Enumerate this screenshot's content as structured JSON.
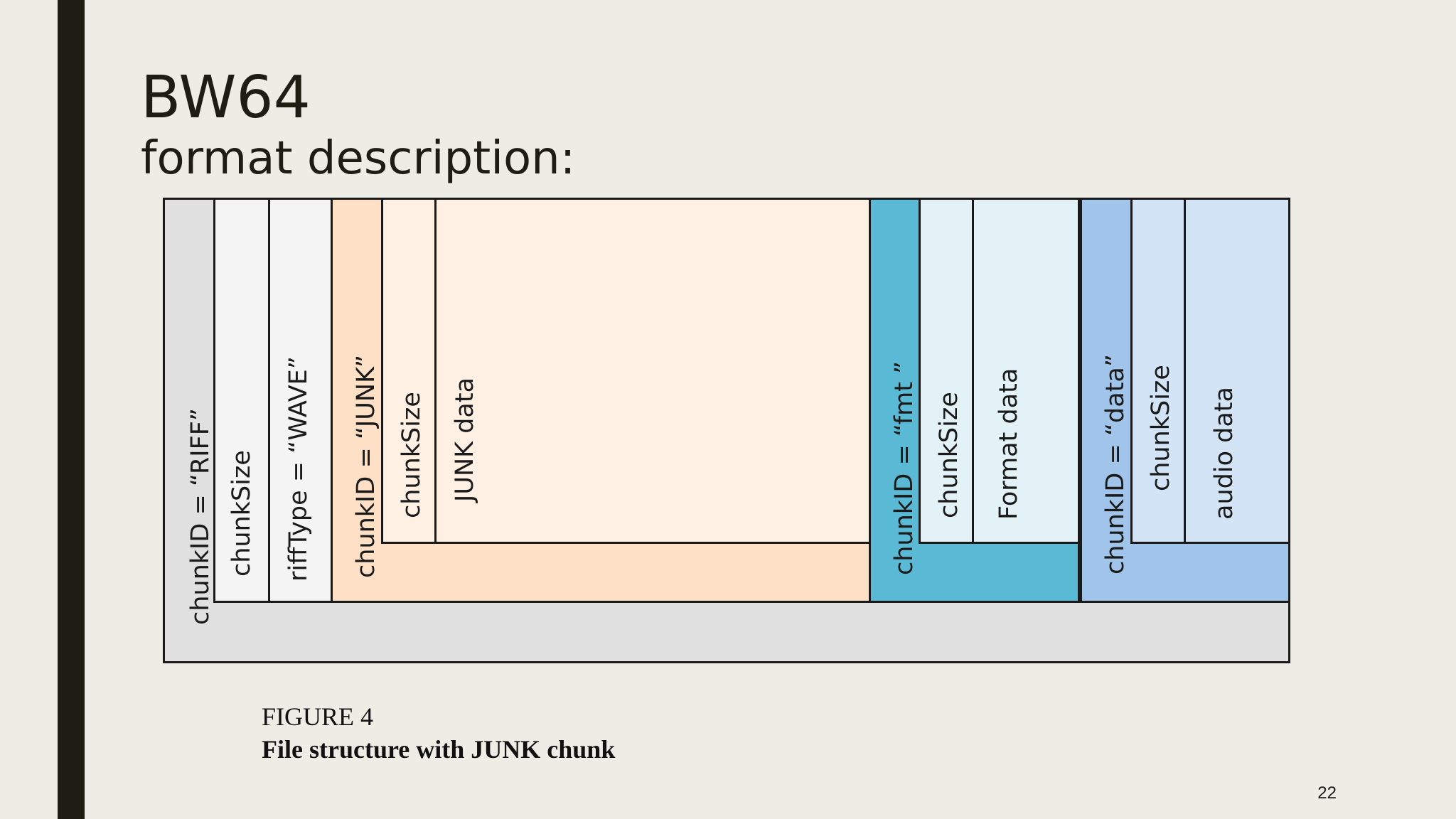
{
  "slide": {
    "title": "BW64",
    "subtitle": "format description:",
    "page_number": "22"
  },
  "diagram": {
    "riff": {
      "chunk_id": "chunkID = “RIFF”",
      "chunk_size": "chunkSize",
      "riff_type": "riffType = “WAVE”",
      "color": "#e1e0e0",
      "field_color": "#f4f4f4"
    },
    "junk": {
      "chunk_id": "chunkID = “JUNK”",
      "chunk_size": "chunkSize",
      "data": "JUNK data",
      "color": "#fde0c5",
      "field_color": "#fff0e4"
    },
    "fmt": {
      "chunk_id": "chunkID = “fmt ”",
      "chunk_size": "chunkSize",
      "data": "Format data",
      "color": "#5ab9d4",
      "field_color": "#e2f2f7"
    },
    "data": {
      "chunk_id": "chunkID = “data”",
      "chunk_size": "chunkSize",
      "data": "audio data",
      "color": "#a0c4ea",
      "field_color": "#d2e4f6"
    }
  },
  "caption": {
    "figure": "FIGURE 4",
    "title": "File structure with JUNK chunk"
  }
}
